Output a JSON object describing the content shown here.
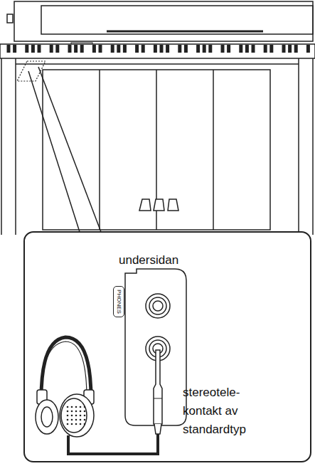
{
  "diagram": {
    "nodes": [
      {
        "text": [
          "undersidan",
          "stereotele-kontakt av standardtyp"
        ]
      },
      {
        "text": [
          "PHONES"
        ],
        "in": 0
      }
    ]
  }
}
